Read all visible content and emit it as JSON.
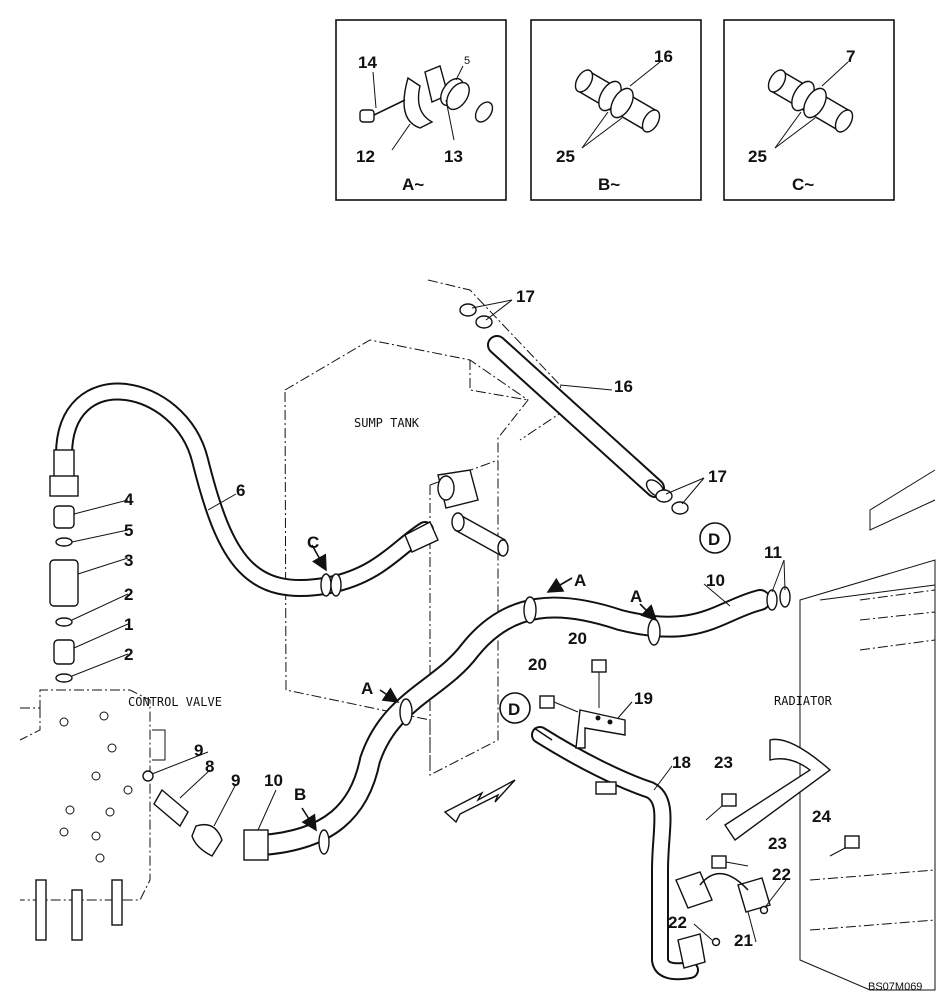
{
  "insets": [
    {
      "id": "A",
      "caption": "A~",
      "labels": [
        "14",
        "12",
        "13"
      ],
      "extra_mark": "5"
    },
    {
      "id": "B",
      "caption": "B~",
      "labels": [
        "16",
        "25"
      ]
    },
    {
      "id": "C",
      "caption": "C~",
      "labels": [
        "7",
        "25"
      ]
    }
  ],
  "components": {
    "sump_tank": "SUMP TANK",
    "control_valve": "CONTROL VALVE",
    "radiator": "RADIATOR"
  },
  "markers": {
    "a1": "A",
    "a2": "A",
    "a3": "A",
    "b": "B",
    "c": "C",
    "d1": "D",
    "d2": "D"
  },
  "part_callouts": {
    "p1": "1",
    "p2a": "2",
    "p2b": "2",
    "p3": "3",
    "p4": "4",
    "p5": "5",
    "p6": "6",
    "p8": "8",
    "p9a": "9",
    "p9b": "9",
    "p10a": "10",
    "p10b": "10",
    "p11": "11",
    "p16": "16",
    "p17a": "17",
    "p17b": "17",
    "p18": "18",
    "p19": "19",
    "p20a": "20",
    "p20b": "20",
    "p21": "21",
    "p22a": "22",
    "p22b": "22",
    "p23a": "23",
    "p23b": "23",
    "p24": "24"
  },
  "drawing_code": "BS07M069"
}
